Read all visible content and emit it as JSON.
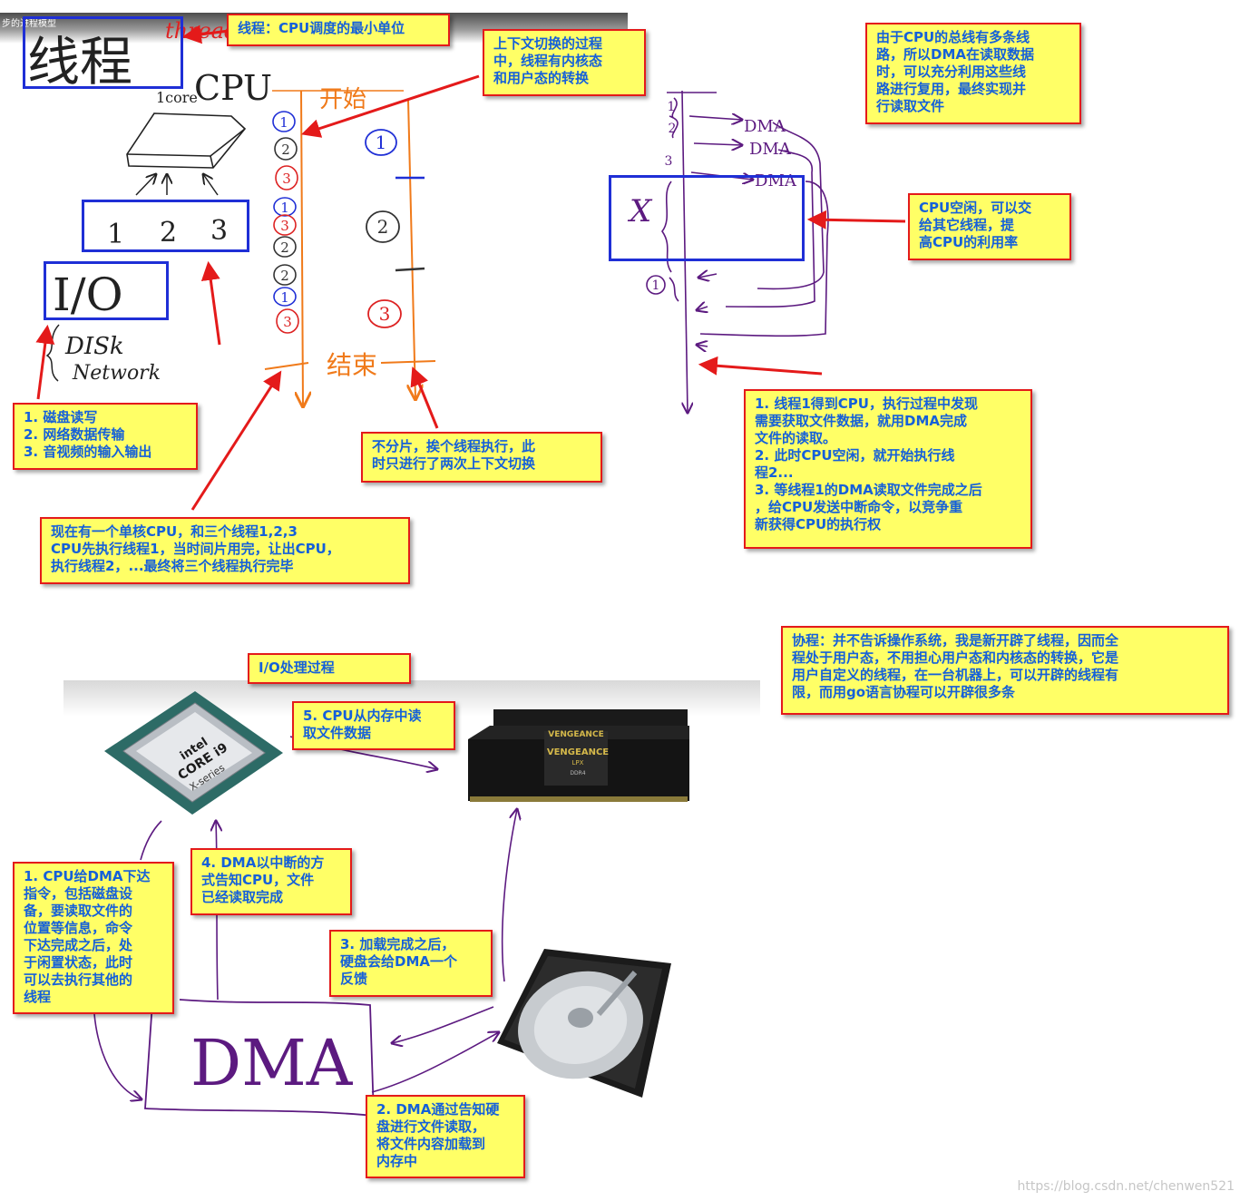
{
  "video": {
    "title_fragment": "步的进程模型"
  },
  "handwriting": {
    "thread_word": "线程",
    "thread_en": "thread",
    "one_core": "1core",
    "cpu": "CPU",
    "t1": "1",
    "t2": "2",
    "t3": "3",
    "io": "I/O",
    "disk": "DISk",
    "network": "Network",
    "start": "开始",
    "end": "结束",
    "dma1": "DMA",
    "dma2": "DMA",
    "dma3": "DMA",
    "x": "X",
    "dma_big": "DMA"
  },
  "notes": {
    "thread_def": "线程：CPU调度的最小单位",
    "context_switch": "上下文切换的过程\n中，线程有内核态\n和用户态的转换",
    "bus_dma": "由于CPU的总线有多条线\n路，所以DMA在读取数据\n时，可以充分利用这些线\n路进行复用，最终实现并\n行读取文件",
    "cpu_idle": "CPU空闲，可以交\n给其它线程，提\n高CPU的利用率",
    "io_types": "1. 磁盘读写\n2. 网络数据传输\n3. 音视频的输入输出",
    "no_slice": "不分片，挨个线程执行，此\n时只进行了两次上下文切换",
    "single_core": "现在有一个单核CPU，和三个线程1,2,3\nCPU先执行线程1，当时间片用完，让出CPU，\n执行线程2，...最终将三个线程执行完毕",
    "dma_flow": "1. 线程1得到CPU，执行过程中发现\n需要获取文件数据，就用DMA完成\n文件的读取。\n2. 此时CPU空闲，就开始执行线\n程2...\n3. 等线程1的DMA读取文件完成之后\n，给CPU发送中断命令，以竞争重\n新获得CPU的执行权",
    "coroutine": "协程：并不告诉操作系统，我是新开辟了线程，因而全\n程处于用户态，不用担心用户态和内核态的转换，它是\n用户自定义的线程，在一台机器上，可以开辟的线程有\n限，而用go语言协程可以开辟很多条",
    "io_title": "I/O处理过程",
    "step5": "5. CPU从内存中读\n取文件数据",
    "step4": "4. DMA以中断的方\n式告知CPU，文件\n已经读取完成",
    "step1": "1. CPU给DMA下达\n指令，包括磁盘设\n备，要读取文件的\n位置等信息，命令\n下达完成之后，处\n于闲置状态，此时\n可以去执行其他的\n线程",
    "step3": "3. 加载完成之后，\n硬盘会给DMA一个\n反馈",
    "step2": "2. DMA通过告知硬\n盘进行文件读取，\n将文件内容加载到\n内存中"
  },
  "images": {
    "cpu_brand": "intel",
    "cpu_model": "CORE i9",
    "cpu_series": "X-series",
    "ram_brand": "VENGEANCE",
    "ram_brand2": "VENGEANCE",
    "ram_model": "LPX",
    "ram_type": "DDR4"
  },
  "watermark": "https://blog.csdn.net/chenwen521",
  "colors": {
    "note_bg": "#ffff66",
    "note_border": "#e41a1a",
    "note_text": "#1560d9",
    "box_blue": "#1f2fd6",
    "ink_purple": "#5c1a80",
    "ink_orange": "#f07a1a",
    "arrow_red": "#e41a1a"
  }
}
